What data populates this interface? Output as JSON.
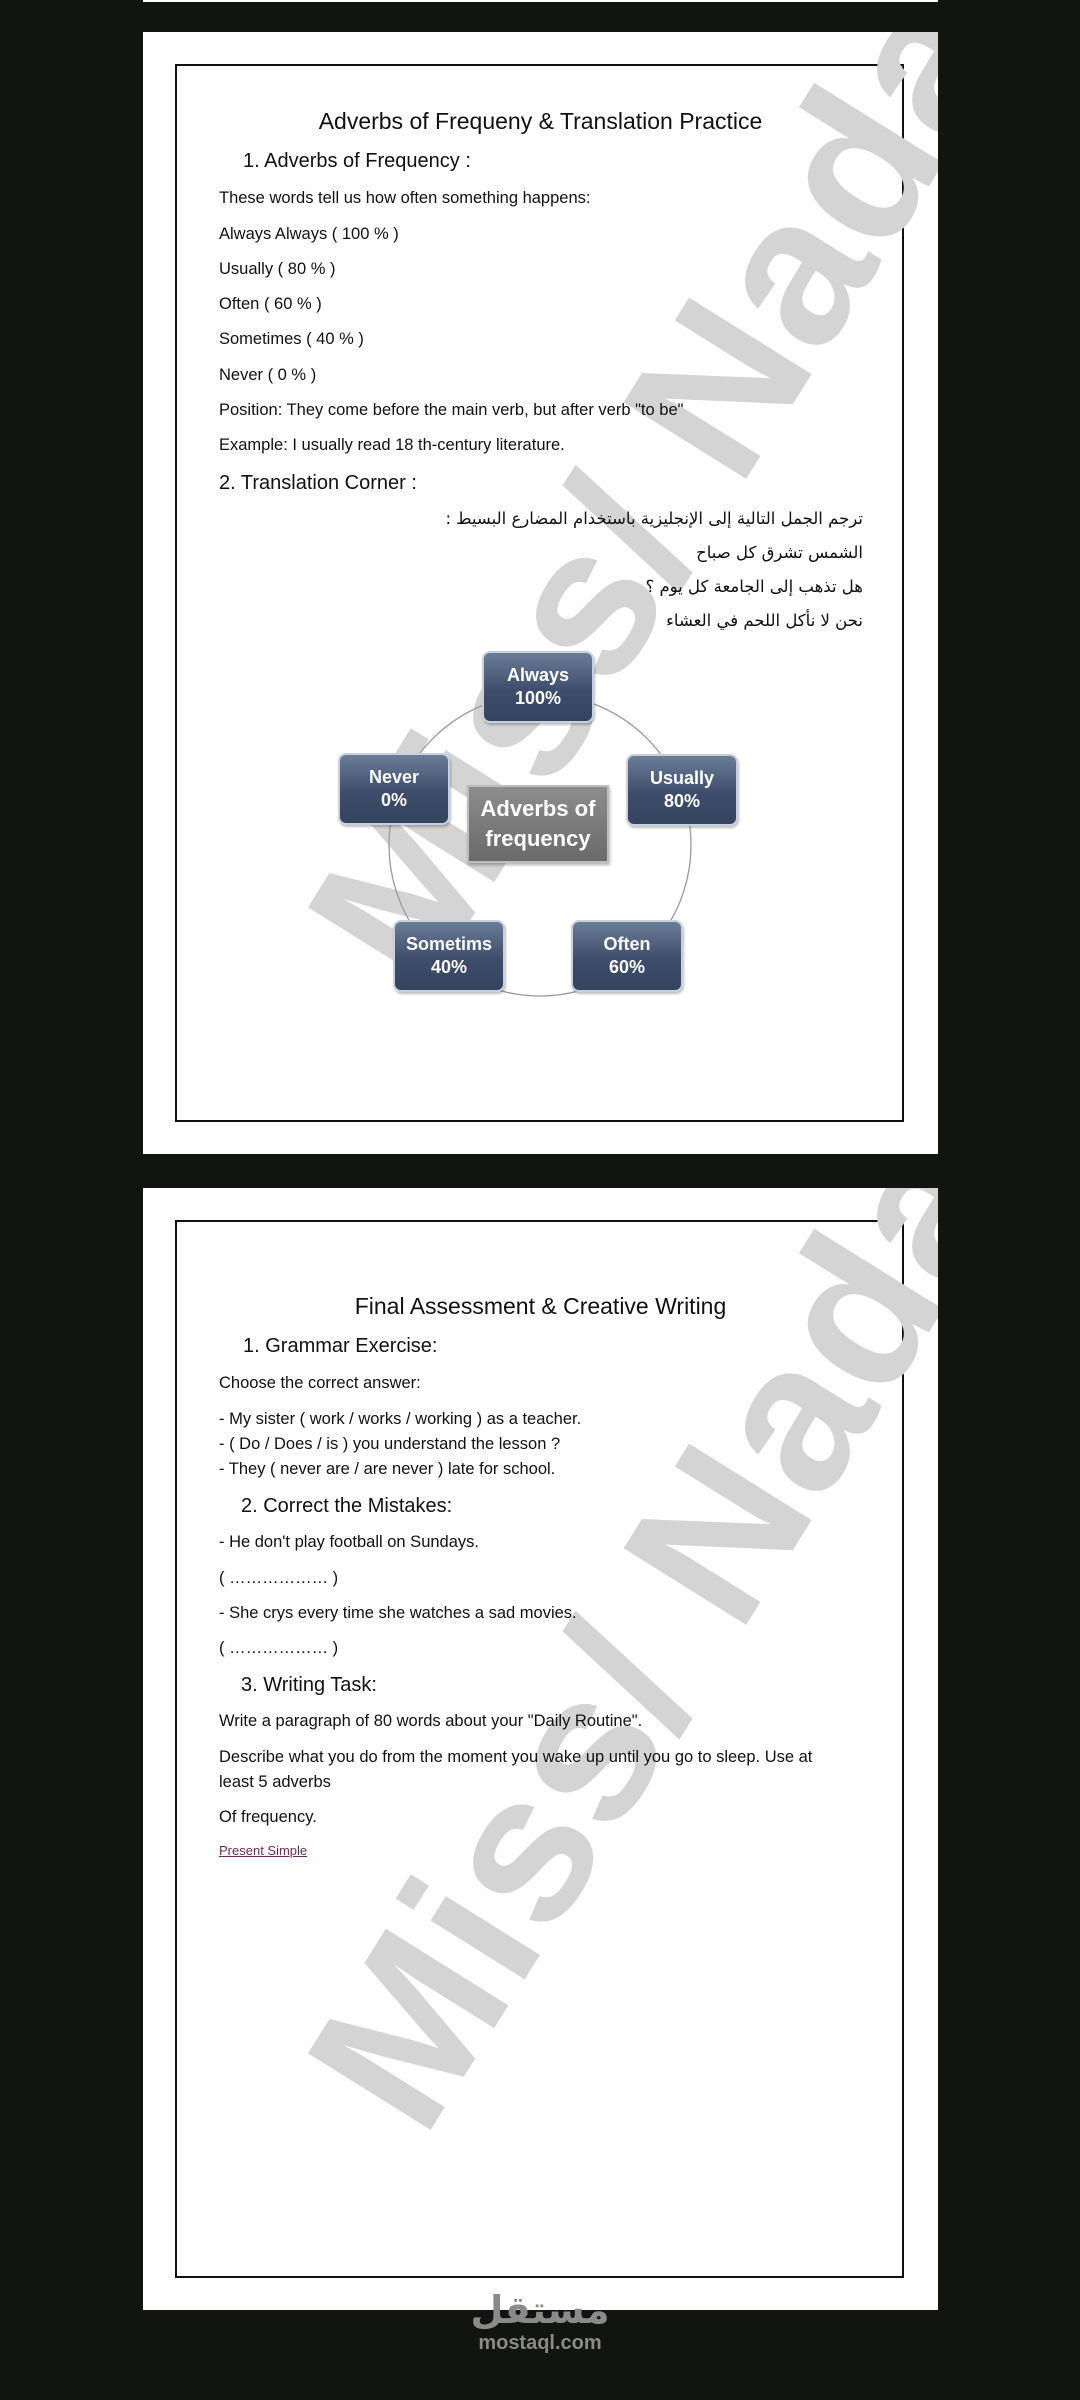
{
  "page1": {
    "title": "Adverbs of Frequeny & Translation Practice",
    "section1_heading": "1. Adverbs of Frequency :",
    "intro": "These words tell us how often something happens:",
    "adverbs": [
      "Always Always ( 100 % )",
      "Usually ( 80 % )",
      "Often ( 60 % )",
      "Sometimes ( 40 % )",
      "Never ( 0 % )"
    ],
    "position": "Position: They come before the main verb, but after verb \"to be\"",
    "example": "Example: I usually read 18 th-century literature.",
    "section2_heading": "2. Translation Corner :",
    "arabic_lines": [
      "ترجم الجمل التالية إلى الإنجليزية باستخدام المضارع البسيط :",
      "الشمس تشرق كل صباح",
      "هل تذهب إلى الجامعة كل يوم ؟",
      "نحن لا نأكل اللحم في العشاء"
    ],
    "diagram": {
      "center": [
        "Adverbs of",
        "frequency"
      ],
      "nodes": [
        {
          "line1": "Always",
          "line2": "100%"
        },
        {
          "line1": "Usually",
          "line2": "80%"
        },
        {
          "line1": "Often",
          "line2": "60%"
        },
        {
          "line1": "Sometims",
          "line2": "40%"
        },
        {
          "line1": "Never",
          "line2": "0%"
        }
      ]
    },
    "watermark": "Miss/ Nada"
  },
  "page2": {
    "title": "Final Assessment & Creative Writing",
    "section1_heading": "1. Grammar Exercise:",
    "instruction": "Choose the correct answer:",
    "questions": [
      "- My sister ( work / works / working ) as a teacher.",
      "-  ( Do / Does / is ) you understand the lesson ?",
      "- They ( never are / are never ) late for school."
    ],
    "section2_heading": "2. Correct the Mistakes:",
    "mistake1": "- He don't play football on Sundays.",
    "blank1": "( ……………… )",
    "mistake2": "- She crys every time she watches a sad movies.",
    "blank2": "( ……………… )",
    "section3_heading": "3. Writing Task:",
    "task1": "Write a paragraph of 80 words about your \"Daily Routine\".",
    "task2a": "Describe what you do from the moment you wake up until you go to sleep. Use at",
    "task2b": "least 5 adverbs",
    "task3": "Of frequency.",
    "link": "Present Simple",
    "watermark": "Miss/ Nada"
  },
  "footer": {
    "logo_arabic": "مستقل",
    "logo_latin": "mostaql.com"
  }
}
